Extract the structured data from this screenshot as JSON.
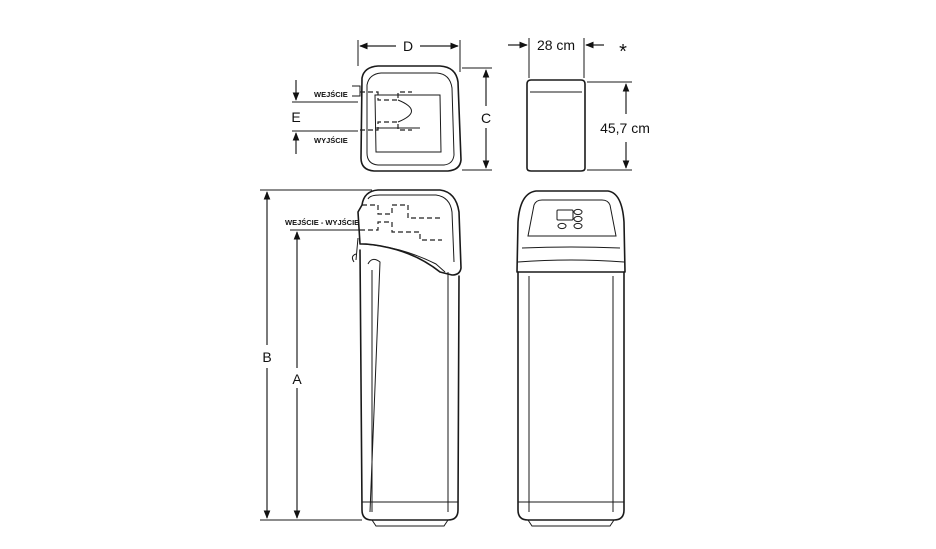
{
  "labels": {
    "dim_d": "D",
    "dim_c": "C",
    "dim_e": "E",
    "dim_a": "A",
    "dim_b": "B",
    "width_28": "28 cm",
    "height_45": "45,7 cm",
    "asterisk": "*",
    "inlet": "WEJŚCIE",
    "outlet": "WYJŚCIE",
    "inlet_outlet": "WEJŚCIE - WYJŚCIE"
  }
}
